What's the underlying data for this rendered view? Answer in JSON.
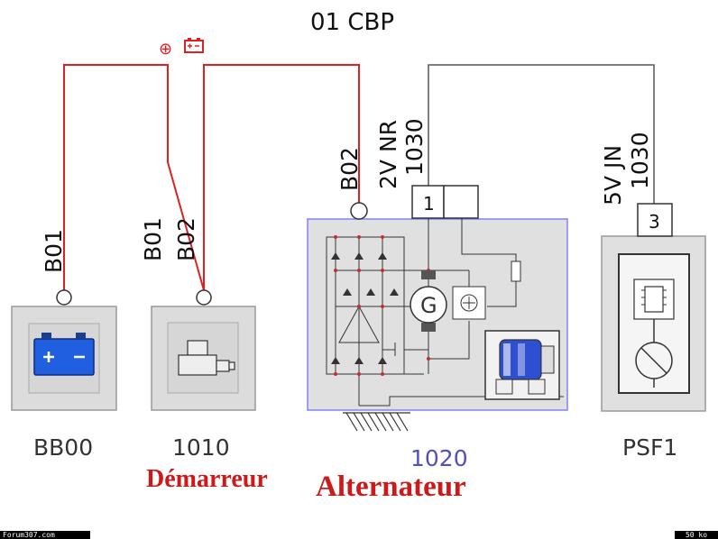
{
  "diagram": {
    "title": "01 CBP",
    "positive_symbol": "⊕",
    "wires": {
      "battery_wire": "B01",
      "starter_wire_a": "B01",
      "starter_wire_b": "B02",
      "alternator_wire": "B02",
      "alt_signal_color": "2V NR",
      "alt_signal_ref": "1030",
      "psf_signal_color": "5V JN",
      "psf_signal_ref": "1030"
    },
    "connectors": {
      "alternator_pin": "1",
      "psf_pin": "3"
    },
    "components": [
      {
        "code": "BB00",
        "name": ""
      },
      {
        "code": "1010",
        "name": "Démarreur"
      },
      {
        "code": "1020",
        "name": "Alternateur"
      },
      {
        "code": "PSF1",
        "name": ""
      }
    ],
    "colors": {
      "power_wire": "#e02020",
      "signal_wire": "#555555",
      "alternator_outline": "#8080ff",
      "battery_fill": "#2060e0",
      "handwritten": "#cc1a1a"
    }
  },
  "footer": {
    "site": "Forum307.com",
    "size": "50 ko"
  }
}
